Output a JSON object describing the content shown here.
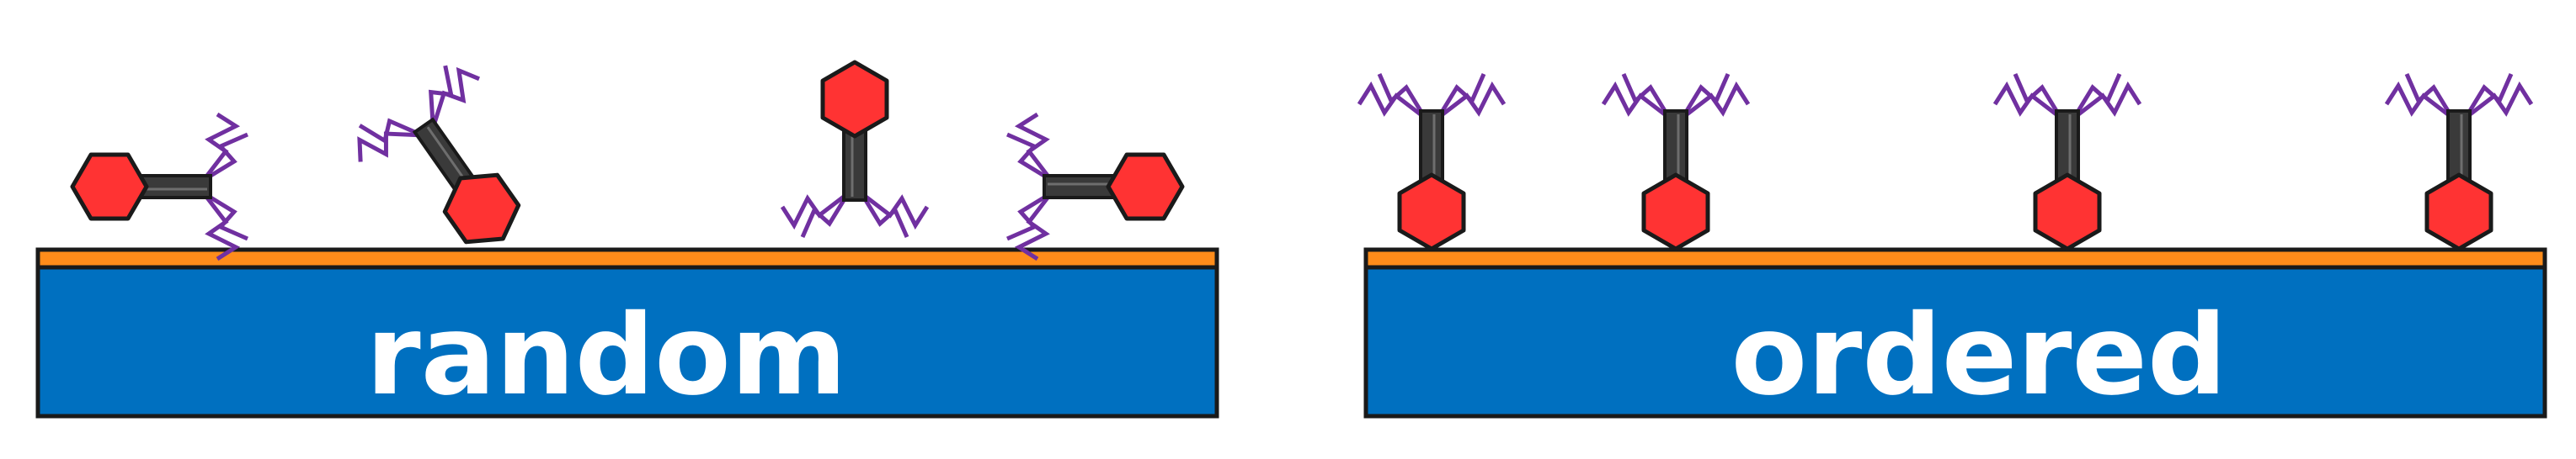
{
  "panels": [
    {
      "id": "random",
      "label": "random"
    },
    {
      "id": "ordered",
      "label": "ordered"
    }
  ],
  "colors": {
    "substrate": "#0070c0",
    "coating": "#ff8c1a",
    "head": "#ff3333",
    "tail": "#3a3a3a",
    "fibers": "#7030a0",
    "outline": "#1a1a1a"
  }
}
